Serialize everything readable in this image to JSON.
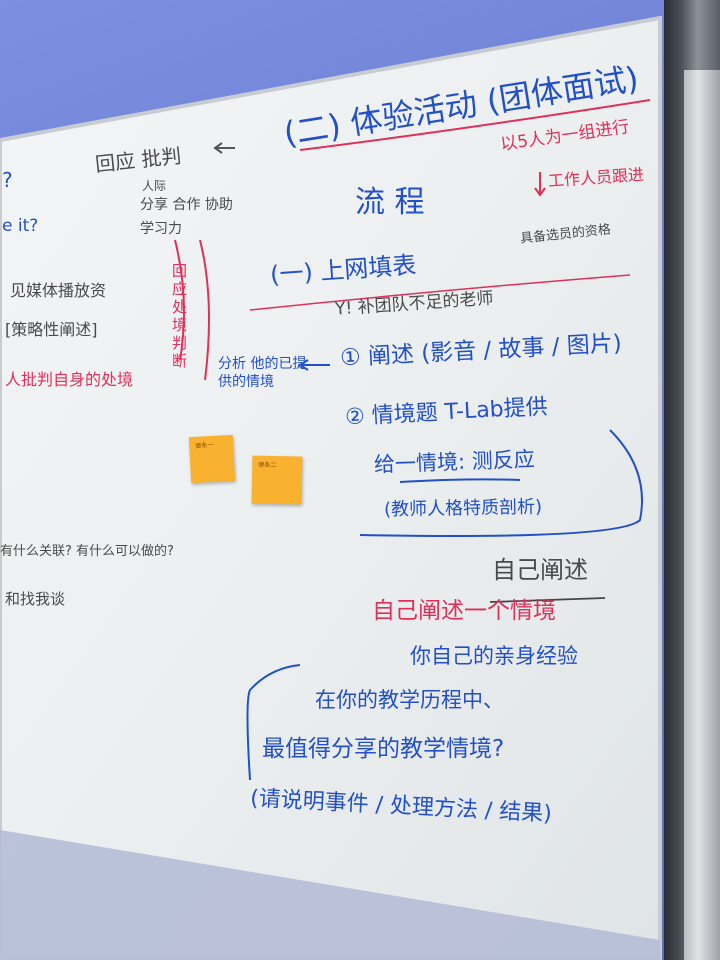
{
  "board": {
    "title_heading": "(二) 体验活动 (团体面试)",
    "group_note": "以5人为一组进行",
    "staff_note": "工作人员跟进",
    "left_heading": "回应 批判",
    "left_notes": [
      "人际",
      "分享 合作 协助",
      "学习力"
    ],
    "process_heading": "流 程",
    "step1": "(一) 上网填表",
    "step1_note": "具备选员的资格",
    "step1_sub": "Y! 补团队不足的老师",
    "step2": "① 阐述 (影音 / 故事 / 图片)",
    "step3": "② 情境题 T-Lab提供",
    "step3_a": "给一情境: 测反应",
    "step3_b": "(教师人格特质剖析)",
    "annotation": "分析 他的已提供的情境",
    "self_heading": "自己阐述",
    "self_a": "自己阐述一个情境",
    "self_b": "你自己的亲身经验",
    "q_line1": "在你的教学历程中、",
    "q_line2": "最值得分享的教学情境?",
    "q_line3": "(请说明事件 / 处理方法 / 结果)",
    "left_edge_texts": [
      "?",
      "e it?",
      "见媒体播放资",
      "[策略性阐述]",
      "人批判自身的处境",
      "有什么关联? 有什么可以做的?",
      "和找我谈"
    ],
    "red_vertical": "回应 处境 判断"
  },
  "sticky_notes": [
    {
      "label": "便条一"
    },
    {
      "label": "便条二"
    }
  ],
  "colors": {
    "board": "#eef1f2",
    "blue_marker": "#2350c8",
    "red_marker": "#e0305a",
    "black_marker": "#444444",
    "sticky": "#f8b230",
    "wall": "#6b7fd0"
  }
}
